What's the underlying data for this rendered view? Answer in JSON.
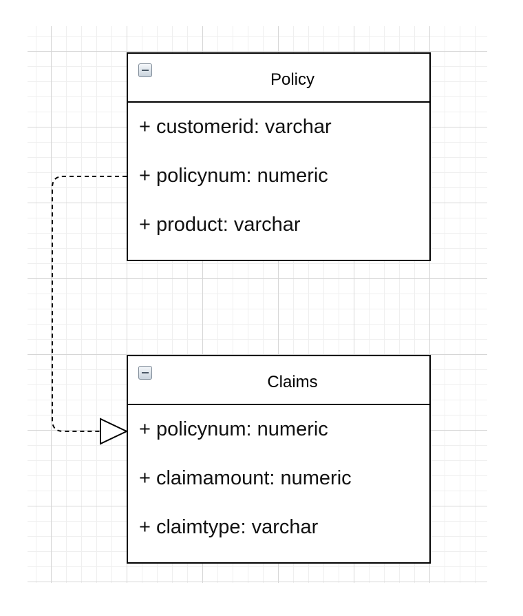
{
  "diagram": {
    "tables": [
      {
        "name": "Policy",
        "fields": [
          "+ customerid: varchar",
          "+ policynum: numeric",
          "+ product: varchar"
        ]
      },
      {
        "name": "Claims",
        "fields": [
          "+ policynum: numeric",
          "+ claimamount: numeric",
          "+ claimtype: varchar"
        ]
      }
    ],
    "relationship": {
      "from": "Policy.policynum",
      "to": "Claims.policynum",
      "line_style": "dashed",
      "arrow": "hollow-triangle"
    }
  }
}
